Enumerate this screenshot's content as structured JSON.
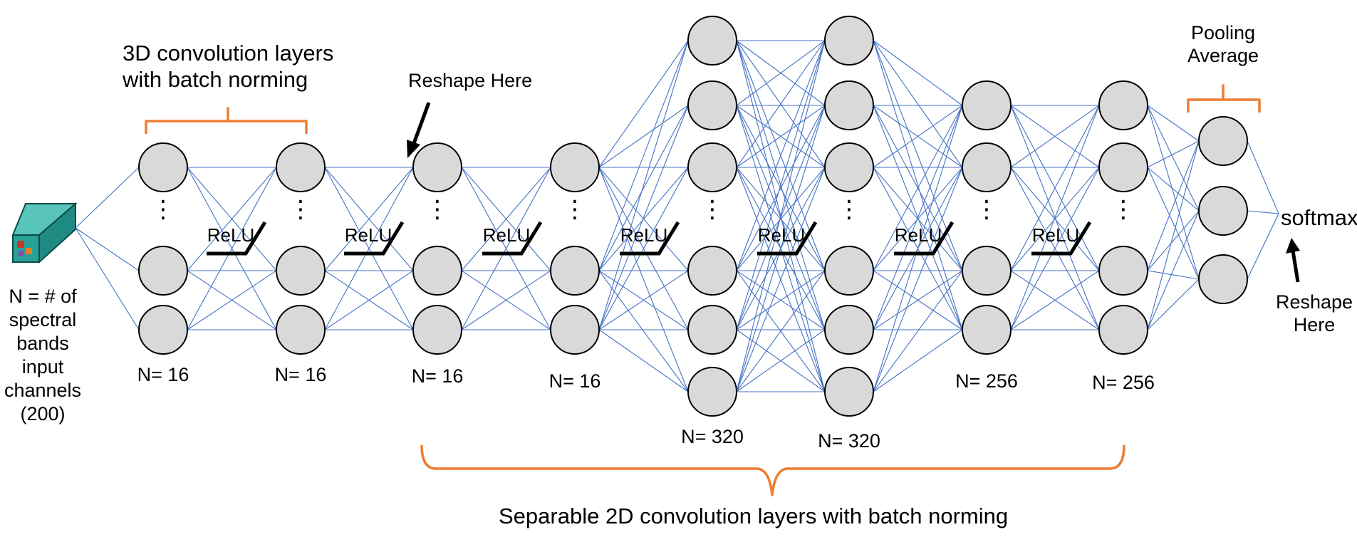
{
  "colors": {
    "node_fill": "#d9d9d9",
    "node_stroke": "#000000",
    "connection": "#4472c4",
    "bracket": "#ed7d31",
    "arrow": "#000000",
    "input_cube": "#2aa198"
  },
  "labels": {
    "conv3d_title": "3D convolution layers\nwith batch norming",
    "reshape_top": "Reshape Here",
    "pooling": "Pooling\nAverage",
    "softmax": "softmax",
    "reshape_bottom": "Reshape\nHere",
    "input_desc": "N = # of\nspectral\nbands\ninput\nchannels\n(200)",
    "sep2d_title": "Separable 2D convolution layers with batch norming",
    "activation": "ReLU",
    "ellipsis": "⋮"
  },
  "layers": [
    {
      "id": "L1",
      "count_label": "N= 16",
      "nodes": 3,
      "ellipsis": true
    },
    {
      "id": "L2",
      "count_label": "N= 16",
      "nodes": 3,
      "ellipsis": true
    },
    {
      "id": "L3",
      "count_label": "N= 16",
      "nodes": 3,
      "ellipsis": true
    },
    {
      "id": "L4",
      "count_label": "N= 16",
      "nodes": 3,
      "ellipsis": true
    },
    {
      "id": "L5",
      "count_label": "N= 320",
      "nodes": 6,
      "ellipsis": true
    },
    {
      "id": "L6",
      "count_label": "N= 320",
      "nodes": 6,
      "ellipsis": true
    },
    {
      "id": "L7",
      "count_label": "N= 256",
      "nodes": 4,
      "ellipsis": true
    },
    {
      "id": "L8",
      "count_label": "N= 256",
      "nodes": 4,
      "ellipsis": true
    },
    {
      "id": "P",
      "count_label": "",
      "nodes": 3,
      "ellipsis": false
    }
  ],
  "activations": [
    "ReLU",
    "ReLU",
    "ReLU",
    "ReLU",
    "ReLU",
    "ReLU",
    "ReLU"
  ]
}
